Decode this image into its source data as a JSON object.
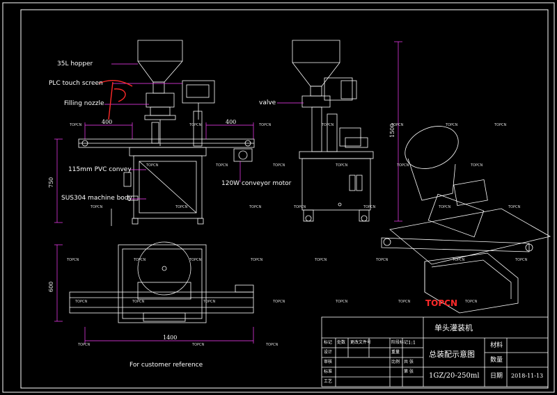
{
  "labels": {
    "hopper": "35L hopper",
    "plc": "PLC touch screen",
    "nozzle": "Filling nozzle",
    "valve": "valve",
    "pvc": "115mm PVC convey",
    "body": "SUS304 machine body",
    "motor": "120W conveyor motor",
    "reference": "For customer reference"
  },
  "dimensions": {
    "d400a": "400",
    "d400b": "400",
    "d750": "750",
    "d1500": "1500",
    "d600": "600",
    "d1400": "1400"
  },
  "brand": {
    "watermark": "TOPCN",
    "red_logo": "TOPCN"
  },
  "title_block": {
    "product_name": "单头灌装机",
    "drawing_name": "总装配示意图",
    "model": "1GZ/20-250ml",
    "material": "材料",
    "quantity": "数量",
    "date_label": "日期",
    "date_value": "2018-11-13",
    "col1": "标记",
    "col2": "处数",
    "col3": "更改文件号",
    "row2": "设计",
    "row3": "审核",
    "row4": "标准",
    "row5": "工艺",
    "stage": "阶段标记",
    "weight": "重量",
    "scale": "比例",
    "scale_value": "1:1",
    "total": "共 张",
    "sheet": "第 张"
  },
  "colors": {
    "background": "#000000",
    "line": "#ffffff",
    "dim_line": "#ff40ff",
    "accent": "#ff2a2a"
  }
}
